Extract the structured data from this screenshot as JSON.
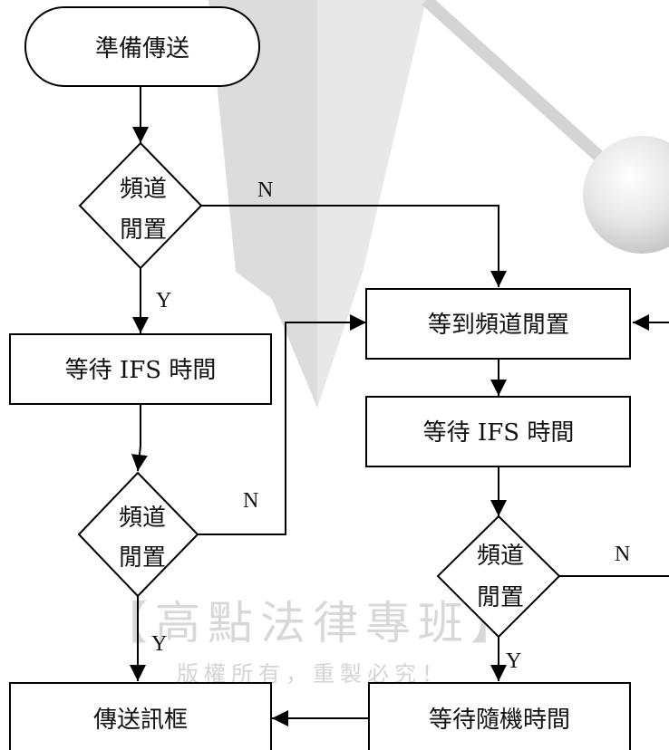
{
  "nodes": {
    "start": "準備傳送",
    "diamond1": {
      "line1": "頻道",
      "line2": "閒置"
    },
    "wait_ifs_left": "等待 IFS 時間",
    "diamond2": {
      "line1": "頻道",
      "line2": "閒置"
    },
    "send_frame": "傳送訊框",
    "wait_idle": "等到頻道閒置",
    "wait_ifs_right": "等待 IFS 時間",
    "diamond3": {
      "line1": "頻道",
      "line2": "閒置"
    },
    "wait_random": "等待隨機時間"
  },
  "edge_labels": {
    "d1_no": "N",
    "d1_yes": "Y",
    "d2_no": "N",
    "d2_yes": "Y",
    "d3_no": "N",
    "d3_yes": "Y"
  },
  "watermark": {
    "title": "【高點法律專班】",
    "subtitle": "版權所有，重製必究！"
  },
  "colors": {
    "line": "#000000",
    "background_art": "#d9d9d9",
    "watermark_text": "#d8d8d8"
  }
}
